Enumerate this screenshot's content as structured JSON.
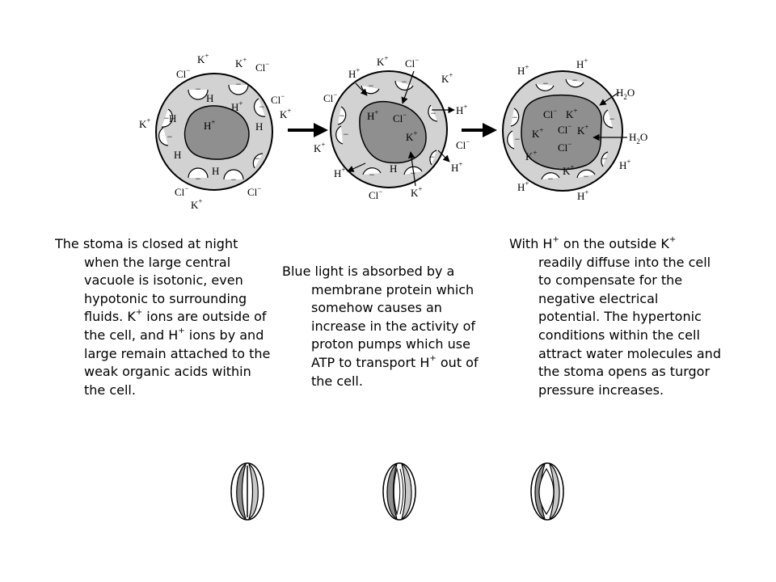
{
  "diagram": {
    "ions": {
      "k": "K",
      "cl": "Cl",
      "h": "H",
      "h2o_h": "H",
      "h2o_sub": "2",
      "h2o_o": "O",
      "plus": "+",
      "minus": "−",
      "neg": "−",
      "H_plain": "H"
    }
  },
  "descriptions": {
    "closed": {
      "a": "The stoma is closed at night when the large central vacuole is isotonic, even hypotonic to surrounding fluids. K",
      "b": " ions are outside of the cell, and H",
      "c": " ions by and large remain attached to the weak organic acids within the cell."
    },
    "blue_light": {
      "a": "Blue light is absorbed by a membrane protein which somehow causes an increase in the activity of proton pumps which use ATP to transport H",
      "b": " out of the cell."
    },
    "open": {
      "a": "With H",
      "b": " on the outside K",
      "c": " readily diffuse into the cell to compensate for the negative electrical potential. The hypertonic conditions within the cell attract water molecules and the stoma opens as turgor pressure increases."
    },
    "plus": "+"
  }
}
